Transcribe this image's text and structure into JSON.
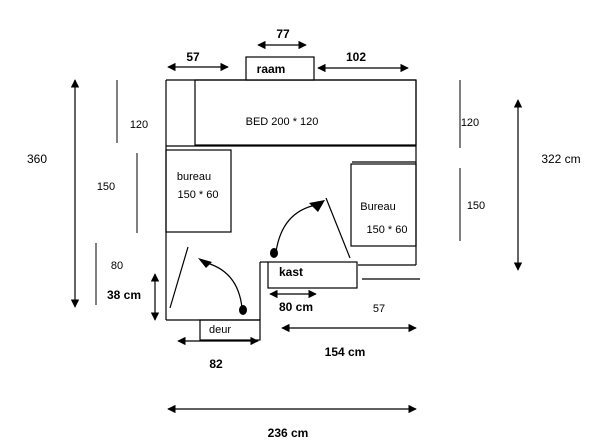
{
  "dims": {
    "top_left": "57",
    "top_window": "77",
    "top_right": "102",
    "left_total": "360",
    "left_bed": "120",
    "left_desk": "150",
    "left_lower": "80",
    "left_door_gap": "38 cm",
    "right_bed": "120",
    "right_desk": "150",
    "right_total": "322 cm",
    "kast_width": "80 cm",
    "lower_right_small": "57",
    "bottom_door": "82",
    "bottom_right": "154 cm",
    "bottom_total": "236 cm"
  },
  "labels": {
    "window": "raam",
    "bed": "BED 200 * 120",
    "desk_left_name": "bureau",
    "desk_left_size": "150 * 60",
    "desk_right_name": "Bureau",
    "desk_right_size": "150 * 60",
    "wardrobe": "kast",
    "door": "deur"
  }
}
